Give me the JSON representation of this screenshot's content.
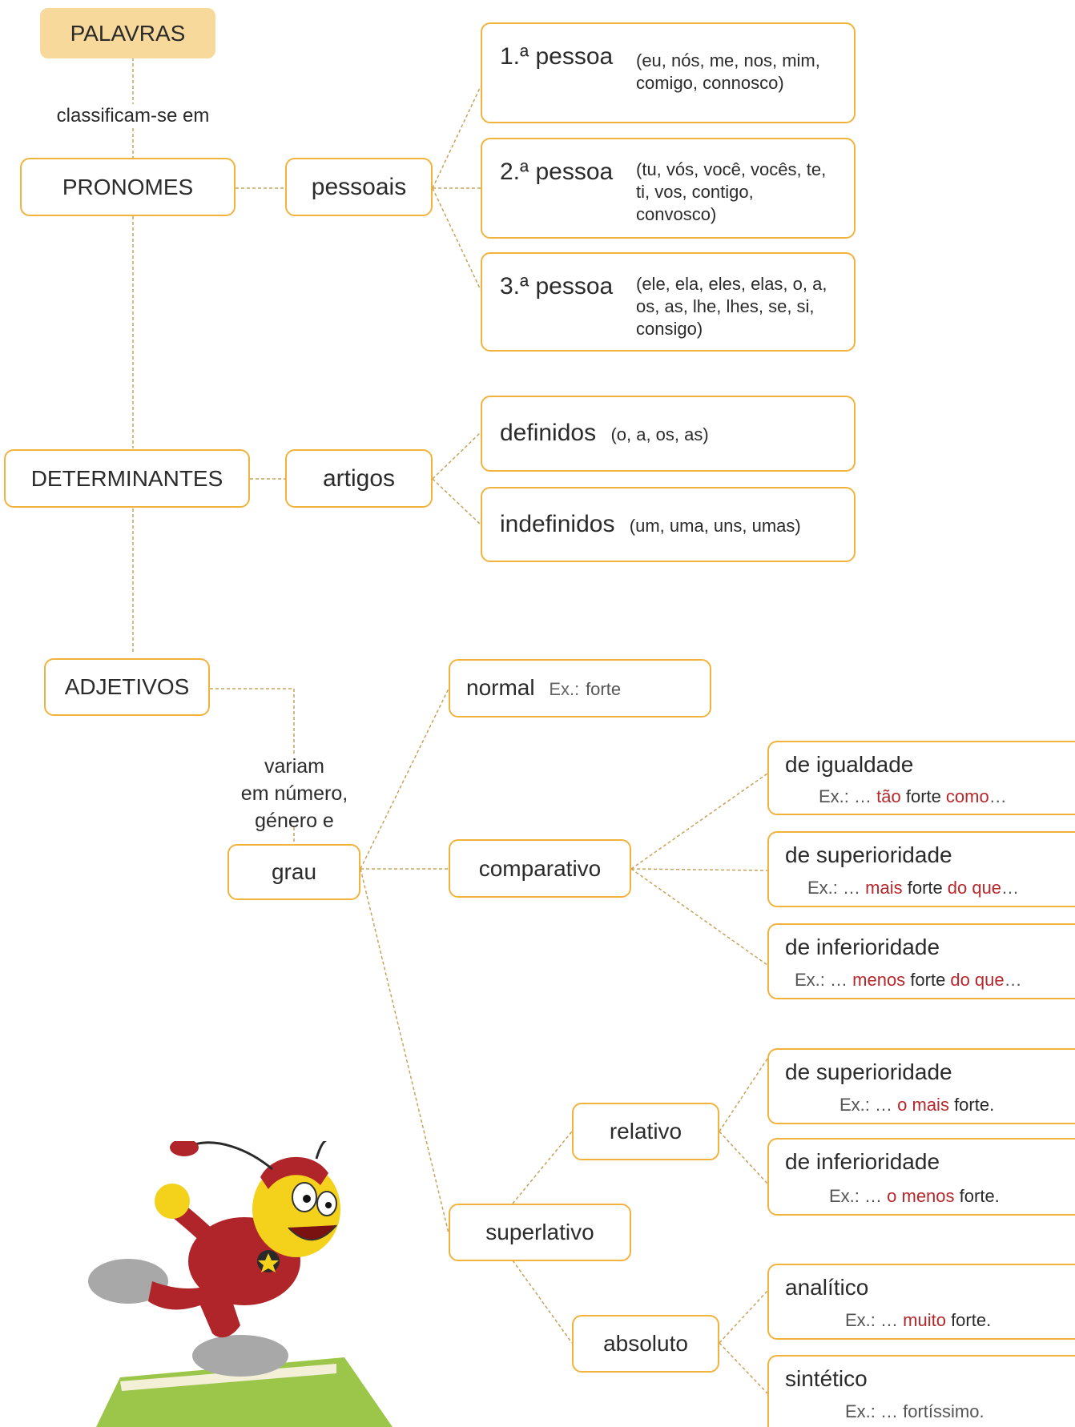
{
  "root": "PALAVRAS",
  "root_link": "classificam-se em",
  "pronomes": {
    "label": "PRONOMES",
    "sub": "pessoais",
    "pessoas": [
      {
        "title": "1.ª pessoa",
        "detail": "(eu, nós, me, nos, mim, comigo, connosco)"
      },
      {
        "title": "2.ª pessoa",
        "detail": "(tu, vós, você, vocês, te, ti, vos, contigo, convosco)"
      },
      {
        "title": "3.ª pessoa",
        "detail": "(ele, ela, eles, elas, o, a, os, as, lhe, lhes, se, si, consigo)"
      }
    ]
  },
  "determinantes": {
    "label": "DETERMINANTES",
    "sub": "artigos",
    "items": [
      {
        "title": "definidos",
        "detail": "(o, a, os, as)"
      },
      {
        "title": "indefinidos",
        "detail": "(um, uma, uns, umas)"
      }
    ]
  },
  "adjetivos": {
    "label": "ADJETIVOS",
    "link_lines": [
      "variam",
      "em número,",
      "género e"
    ],
    "grau": "grau",
    "normal": {
      "label": "normal",
      "ex_prefix": "Ex.:",
      "ex": "forte"
    },
    "comparativo": {
      "label": "comparativo",
      "items": [
        {
          "title": "de igualdade",
          "ex": [
            "Ex.: …",
            "tão",
            "forte",
            "como",
            "…"
          ]
        },
        {
          "title": "de superioridade",
          "ex": [
            "Ex.: …",
            "mais",
            "forte",
            "do que",
            "…"
          ]
        },
        {
          "title": "de inferioridade",
          "ex": [
            "Ex.: …",
            "menos",
            "forte",
            "do que",
            "…"
          ]
        }
      ]
    },
    "superlativo": {
      "label": "superlativo",
      "relativo": {
        "label": "relativo",
        "items": [
          {
            "title": "de superioridade",
            "ex": [
              "Ex.: …",
              "o mais",
              "forte."
            ]
          },
          {
            "title": "de inferioridade",
            "ex": [
              "Ex.: …",
              "o menos",
              "forte."
            ]
          }
        ]
      },
      "absoluto": {
        "label": "absoluto",
        "items": [
          {
            "title": "analítico",
            "ex": [
              "Ex.: …",
              "muito",
              "forte."
            ]
          },
          {
            "title": "sintético",
            "ex": [
              "Ex.: … fortíssimo."
            ]
          }
        ]
      }
    }
  },
  "colors": {
    "border": "#f2b33d",
    "root_fill": "#f7d99b",
    "highlight": "#b5282b",
    "line": "#c9a25a"
  }
}
